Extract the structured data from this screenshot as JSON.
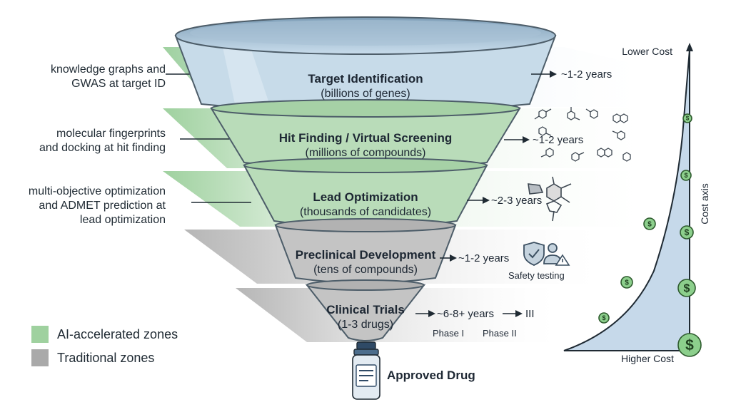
{
  "annotations": {
    "target": [
      "knowledge graphs and",
      "GWAS at target ID"
    ],
    "hit": [
      "molecular fingerprints",
      "and docking at hit finding"
    ],
    "lead": [
      "multi-objective optimization",
      "and ADMET prediction at",
      "lead optimization"
    ]
  },
  "stages": [
    {
      "title": "Target Identification",
      "subtitle": "(billions of genes)",
      "duration": "~1-2 years",
      "zone": "ai"
    },
    {
      "title": "Hit Finding / Virtual Screening",
      "subtitle": "(millions of compounds)",
      "duration": "~1-2 years",
      "zone": "ai"
    },
    {
      "title": "Lead Optimization",
      "subtitle": "(thousands of candidates)",
      "duration": "~2-3 years",
      "zone": "ai"
    },
    {
      "title": "Preclinical Development",
      "subtitle": "(tens of compounds)",
      "duration": "~1-2 years",
      "zone": "traditional",
      "note": "Safety testing"
    },
    {
      "title": "Clinical Trials",
      "subtitle": "(1-3 drugs)",
      "duration": "~6-8+ years",
      "zone": "traditional",
      "phases": [
        "Phase I",
        "Phase II",
        "III"
      ]
    }
  ],
  "output": {
    "label": "Approved Drug"
  },
  "legend": {
    "ai": {
      "label": "AI-accelerated zones",
      "color": "#9fd19f"
    },
    "traditional": {
      "label": "Traditional zones",
      "color": "#a9a9a9"
    }
  },
  "cost_axis": {
    "top_label": "Lower Cost",
    "bottom_label": "Higher Cost",
    "axis_label": "Cost axis",
    "currency_symbol": "$"
  },
  "colors": {
    "funnel_top_blue": "#c7dbe9",
    "funnel_green": "#b9dcb9",
    "funnel_gray": "#c4c4c4",
    "band_green": "#e4f1e4",
    "band_gray": "#e6e6e6",
    "curve_fill": "#c6d9ea"
  }
}
